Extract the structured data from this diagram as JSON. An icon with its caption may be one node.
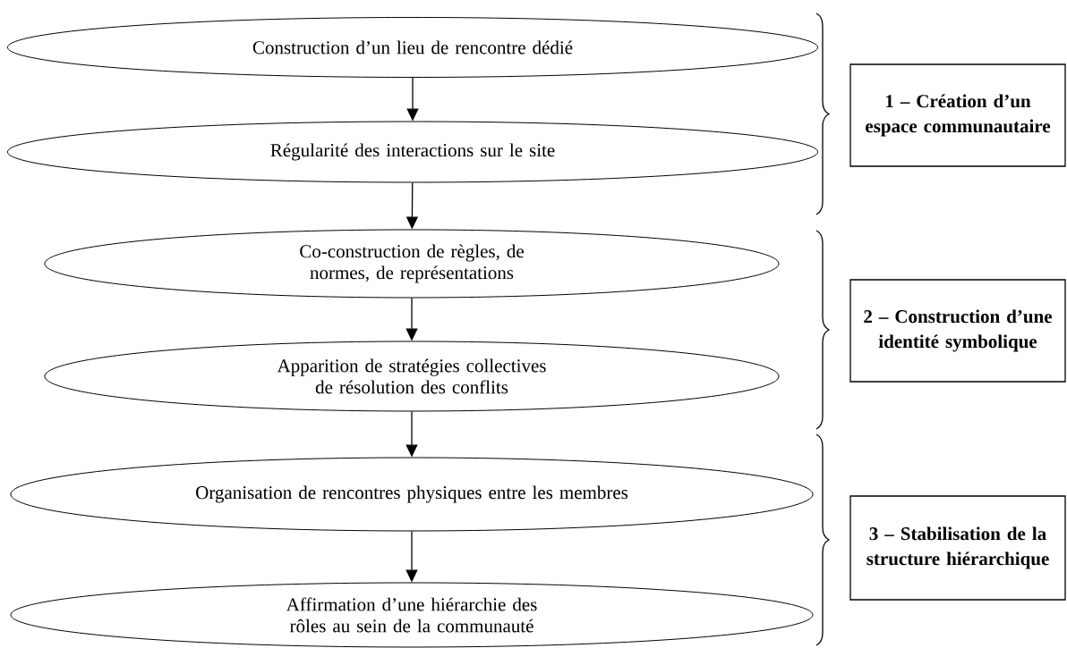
{
  "diagram": {
    "nodes": [
      {
        "text": [
          "Construction d’un lieu de rencontre dédié"
        ]
      },
      {
        "text": [
          "Régularité des interactions sur le site"
        ]
      },
      {
        "text": [
          "Co-construction de règles, de normes, de représentations"
        ]
      },
      {
        "text": [
          "Apparition de stratégies collectives de résolution des conflits"
        ]
      },
      {
        "text": [
          "Organisation de rencontres physiques entre les membres"
        ]
      },
      {
        "text": [
          "Affirmation d’une hiérarchie des rôles au sein de la communauté"
        ]
      },
      {
        "text": [
          "1 – Création d’un espace communautaire"
        ]
      },
      {
        "text": [
          "2 – Construction d’une identité symbolique"
        ]
      },
      {
        "text": [
          "3 – Stabilisation de la structure hiérarchique"
        ]
      }
    ],
    "edges": [
      {
        "from": 0,
        "to": 1,
        "arrow": "to"
      },
      {
        "from": 1,
        "to": 2,
        "arrow": "to"
      },
      {
        "from": 2,
        "to": 3,
        "arrow": "to"
      },
      {
        "from": 3,
        "to": 4,
        "arrow": "to"
      },
      {
        "from": 4,
        "to": 5,
        "arrow": "to"
      }
    ]
  }
}
